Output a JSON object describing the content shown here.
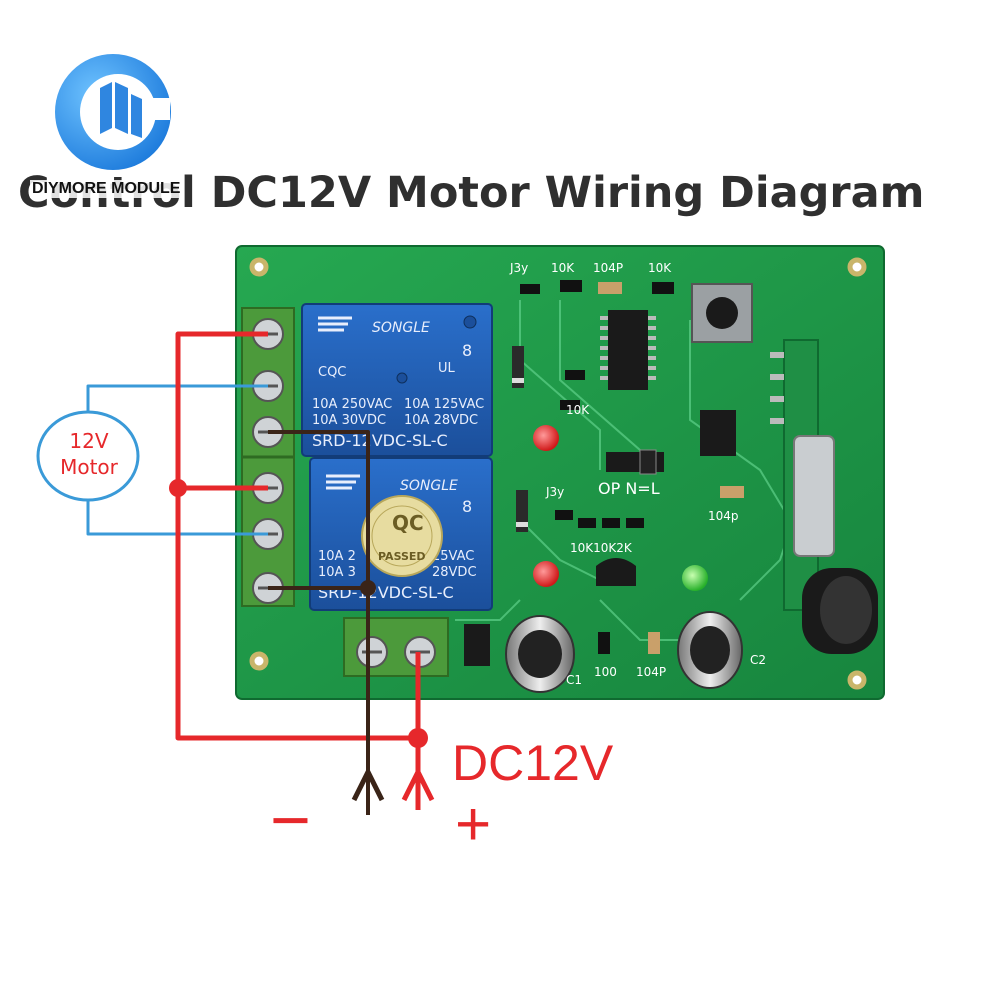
{
  "brand": {
    "name": "DIYMORE MODULE"
  },
  "title": "Control DC12V Motor Wiring Diagram",
  "motor": {
    "voltage": "12V",
    "label": "Motor"
  },
  "power": {
    "label": "DC12V",
    "minus": "−",
    "plus": "+"
  },
  "relay1": {
    "brand": "SONGLE",
    "cert": "CQC",
    "pin_count": "8",
    "spec_left": [
      "10A 250VAC",
      "10A 30VDC"
    ],
    "spec_right": [
      "10A 125VAC",
      "10A 28VDC"
    ],
    "model": "SRD-12VDC-SL-C"
  },
  "relay2": {
    "brand": "SONGLE",
    "pin_count": "8",
    "spec_left": [
      "10A 2",
      "10A 3"
    ],
    "spec_right": [
      "25VAC",
      "28VDC"
    ],
    "model": "SRD-12VDC-SL-C"
  },
  "qc_sticker": {
    "line1": "QC",
    "line2": "PASSED"
  },
  "board_labels": {
    "j3y_top": "J3y",
    "r10k_a": "10K",
    "c104p_a": "104P",
    "r10k_b": "10K",
    "r10k_c": "10K",
    "jumper": "OP  N=L",
    "c104p_b": "104p",
    "j3y_bottom": "J3y",
    "r_row": "10K10K2K",
    "c1": "C1",
    "r100": "100",
    "c104p_c": "104P",
    "c2": "C2"
  },
  "colors": {
    "red_wire": "#e6282b",
    "blue_wire": "#3a9ad8",
    "brown_wire": "#3a2418",
    "pcb": "#1f9a4a",
    "relay": "#1f5fb4"
  }
}
